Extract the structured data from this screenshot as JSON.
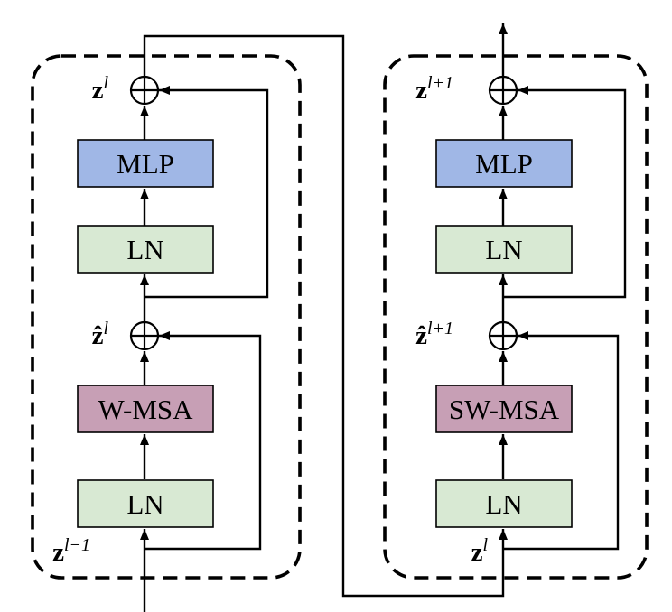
{
  "colors": {
    "mlp_fill": "#a0b7e6",
    "ln_fill": "#d8e9d3",
    "msa_fill": "#c79fb5"
  },
  "blocks": [
    {
      "output_base": "z",
      "output_sup": "l",
      "mlp_label": "MLP",
      "ln_top_label": "LN",
      "mid_base": "ẑ",
      "mid_sup": "l",
      "msa_label": "W-MSA",
      "ln_bottom_label": "LN",
      "input_base": "z",
      "input_sup": "l−1"
    },
    {
      "output_base": "z",
      "output_sup": "l+1",
      "mlp_label": "MLP",
      "ln_top_label": "LN",
      "mid_base": "ẑ",
      "mid_sup": "l+1",
      "msa_label": "SW-MSA",
      "ln_bottom_label": "LN",
      "input_base": "z",
      "input_sup": "l"
    }
  ]
}
